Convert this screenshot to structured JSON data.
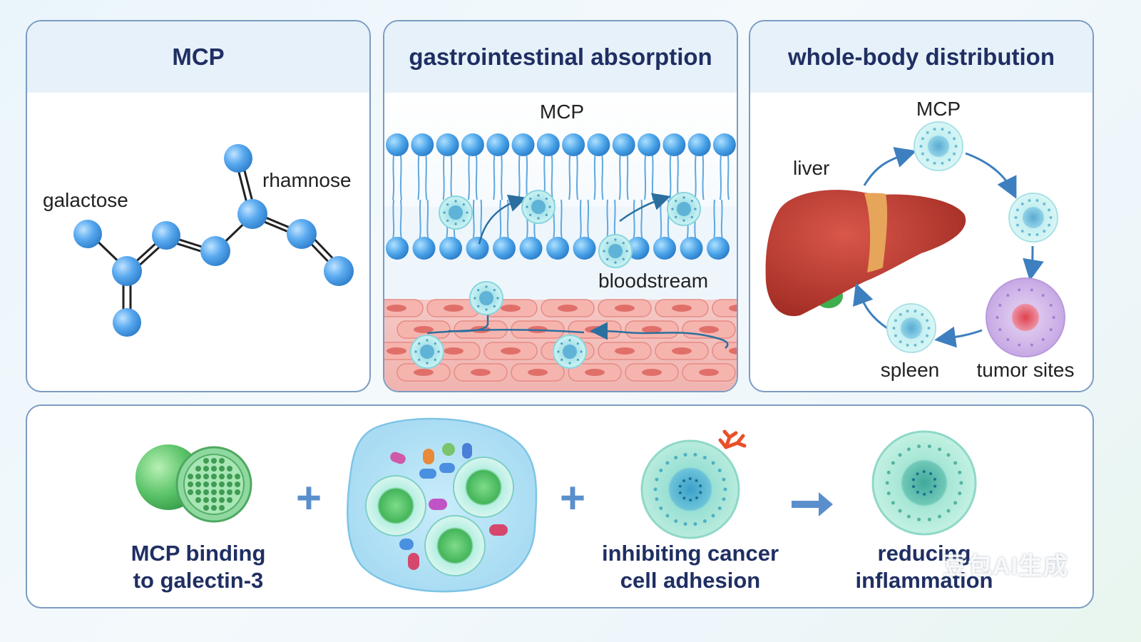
{
  "panels": {
    "structure": {
      "title": "MCP",
      "galactose_label": "galactose",
      "rhamnose_label": "rhamnose"
    },
    "absorption": {
      "title": "gastrointestinal absorption",
      "mcp_label": "MCP",
      "bloodstream_label": "bloodstream"
    },
    "distribution": {
      "title": "whole-body distribution",
      "mcp_label": "MCP",
      "liver_label": "liver",
      "spleen_label": "spleen",
      "tumor_label": "tumor sites"
    }
  },
  "bottom": {
    "step1": "MCP binding\nto galectin-3",
    "step3": "inhibiting cancer\ncell adhesion",
    "step4": "reducing\ninflammation",
    "plus1": "+",
    "plus2": "+"
  },
  "watermark": "豆包AI生成",
  "colors": {
    "title": "#1f2f63",
    "border": "#7b9cc2",
    "atom": "#4a9ee0",
    "membrane": "#3f9be0",
    "cell": "#b9ecef",
    "liver": "#b7342a",
    "arrow": "#3d7fbf"
  }
}
